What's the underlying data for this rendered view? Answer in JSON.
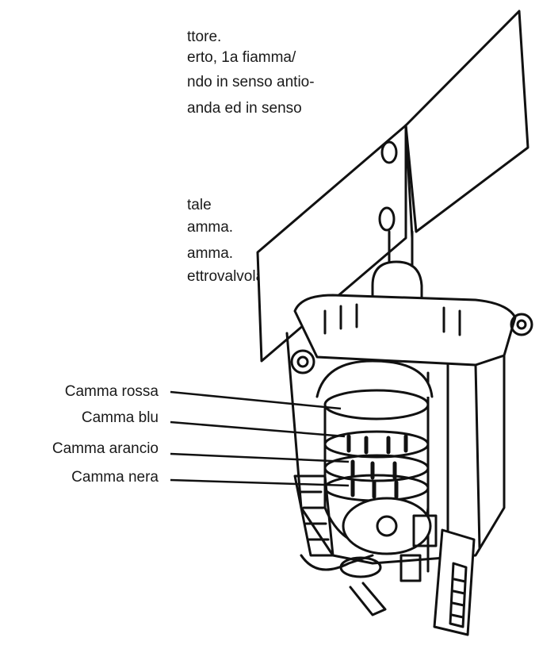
{
  "text_lines": [
    "ttore.",
    "erto, 1a fiamma/",
    "ndo in senso antio-",
    "anda ed in senso",
    "tale",
    "amma.",
    "amma.",
    "ettrovalvola"
  ],
  "cam_labels": [
    "Camma rossa",
    "Camma blu",
    "Camma arancio",
    "Camma nera"
  ]
}
